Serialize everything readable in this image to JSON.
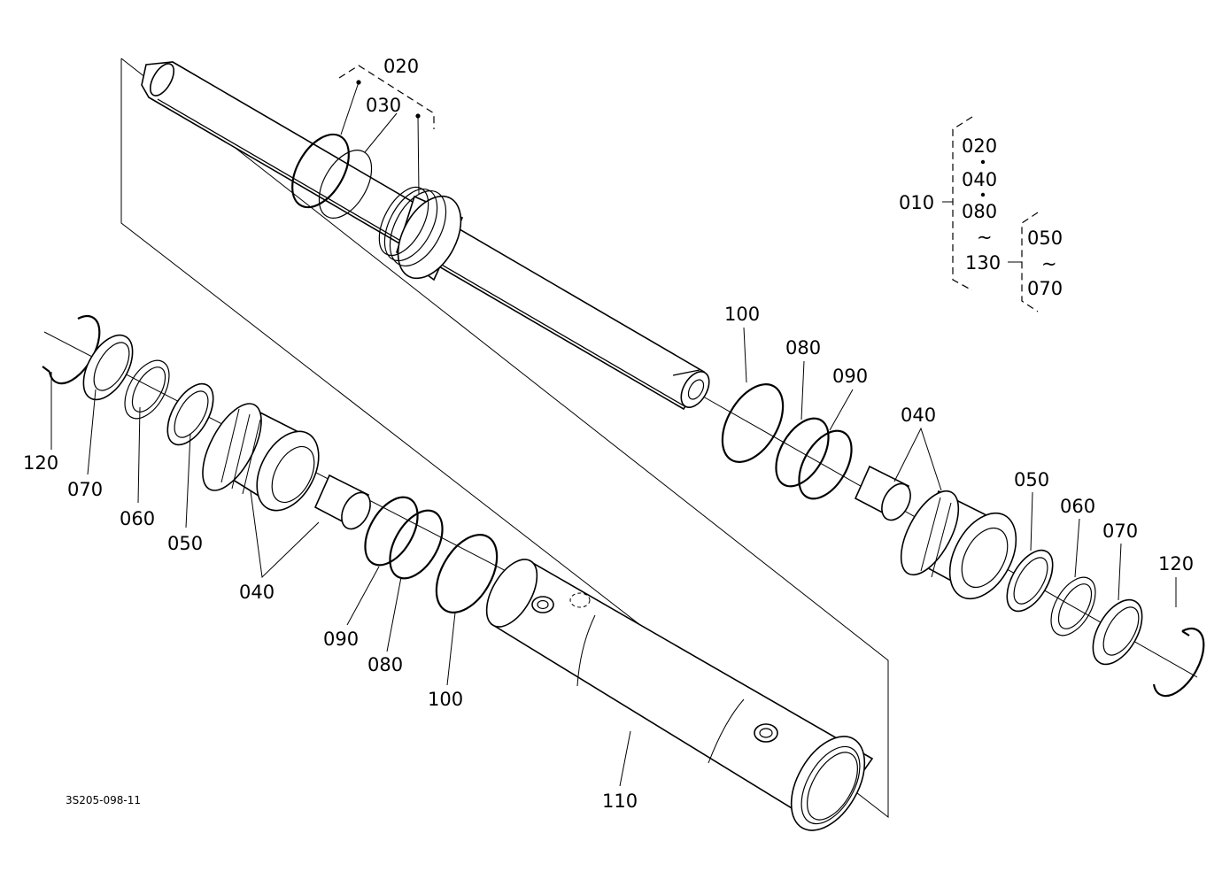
{
  "drawing_code": "3S205-098-11",
  "labels": {
    "l010": "010",
    "l020_top": "020",
    "l030": "030",
    "l020_tree": "020",
    "l040_tree": "040",
    "l080_tree": "080",
    "l130_tree": "130",
    "l050_tree": "050",
    "l070_tree": "070",
    "tilde_a": "~",
    "tilde_b": "~",
    "l100_r": "100",
    "l080_r": "080",
    "l090_r": "090",
    "l040_r": "040",
    "l050_r": "050",
    "l060_r": "060",
    "l070_r": "070",
    "l120_r": "120",
    "l120_l": "120",
    "l070_l": "070",
    "l060_l": "060",
    "l050_l": "050",
    "l040_l": "040",
    "l090_l": "090",
    "l080_l": "080",
    "l100_l": "100",
    "l110": "110"
  },
  "colors": {
    "ink": "#000000",
    "paper": "#ffffff"
  }
}
